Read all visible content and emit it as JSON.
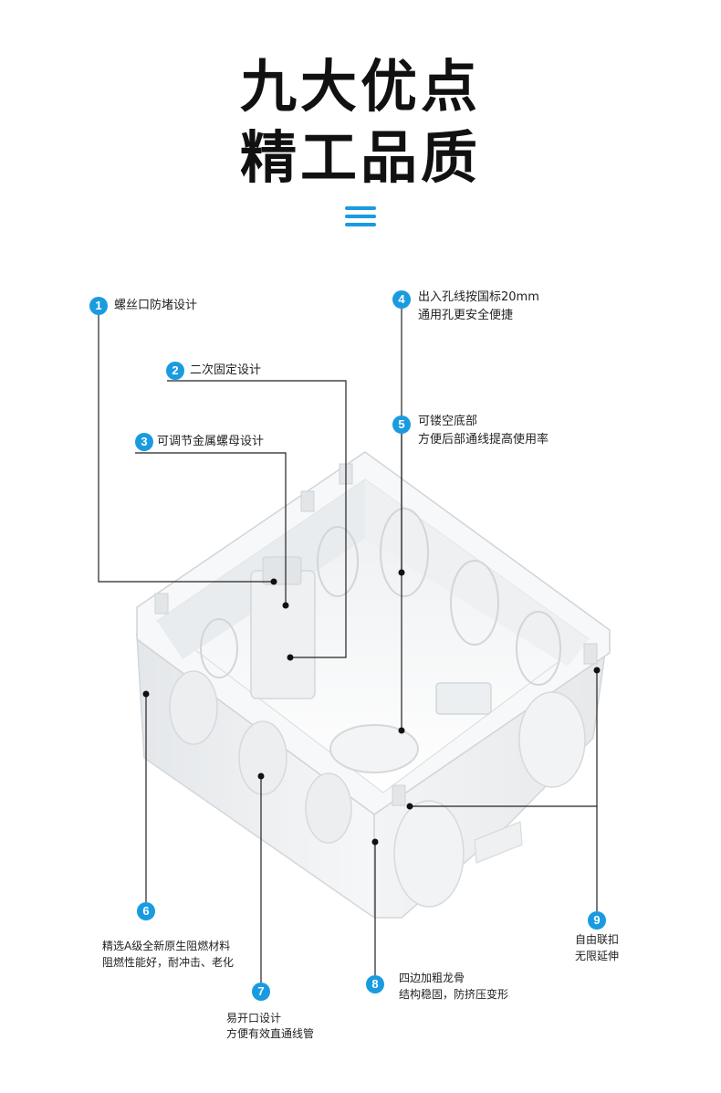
{
  "title": {
    "line1": "九大优点",
    "line2": "精工品质"
  },
  "features": [
    {
      "num": "1",
      "line1": "螺丝口防堵设计",
      "line2": ""
    },
    {
      "num": "2",
      "line1": "二次固定设计",
      "line2": ""
    },
    {
      "num": "3",
      "line1": "可调节金属螺母设计",
      "line2": ""
    },
    {
      "num": "4",
      "line1": "出入孔线按国标20mm",
      "line2": "通用孔更安全便捷"
    },
    {
      "num": "5",
      "line1": "可镂空底部",
      "line2": "方便后部通线提高使用率"
    },
    {
      "num": "6",
      "line1": "精选A级全新原生阻燃材料",
      "line2": "阻燃性能好，耐冲击、老化"
    },
    {
      "num": "7",
      "line1": "易开口设计",
      "line2": "方便有效直通线管"
    },
    {
      "num": "8",
      "line1": "四边加粗龙骨",
      "line2": "结构稳固，防挤压变形"
    },
    {
      "num": "9",
      "line1": "自由联扣",
      "line2": "无限延伸"
    }
  ],
  "colors": {
    "accent": "#1a9be0",
    "line": "#222222"
  },
  "icons": {
    "divider": "menu-lines-icon"
  }
}
